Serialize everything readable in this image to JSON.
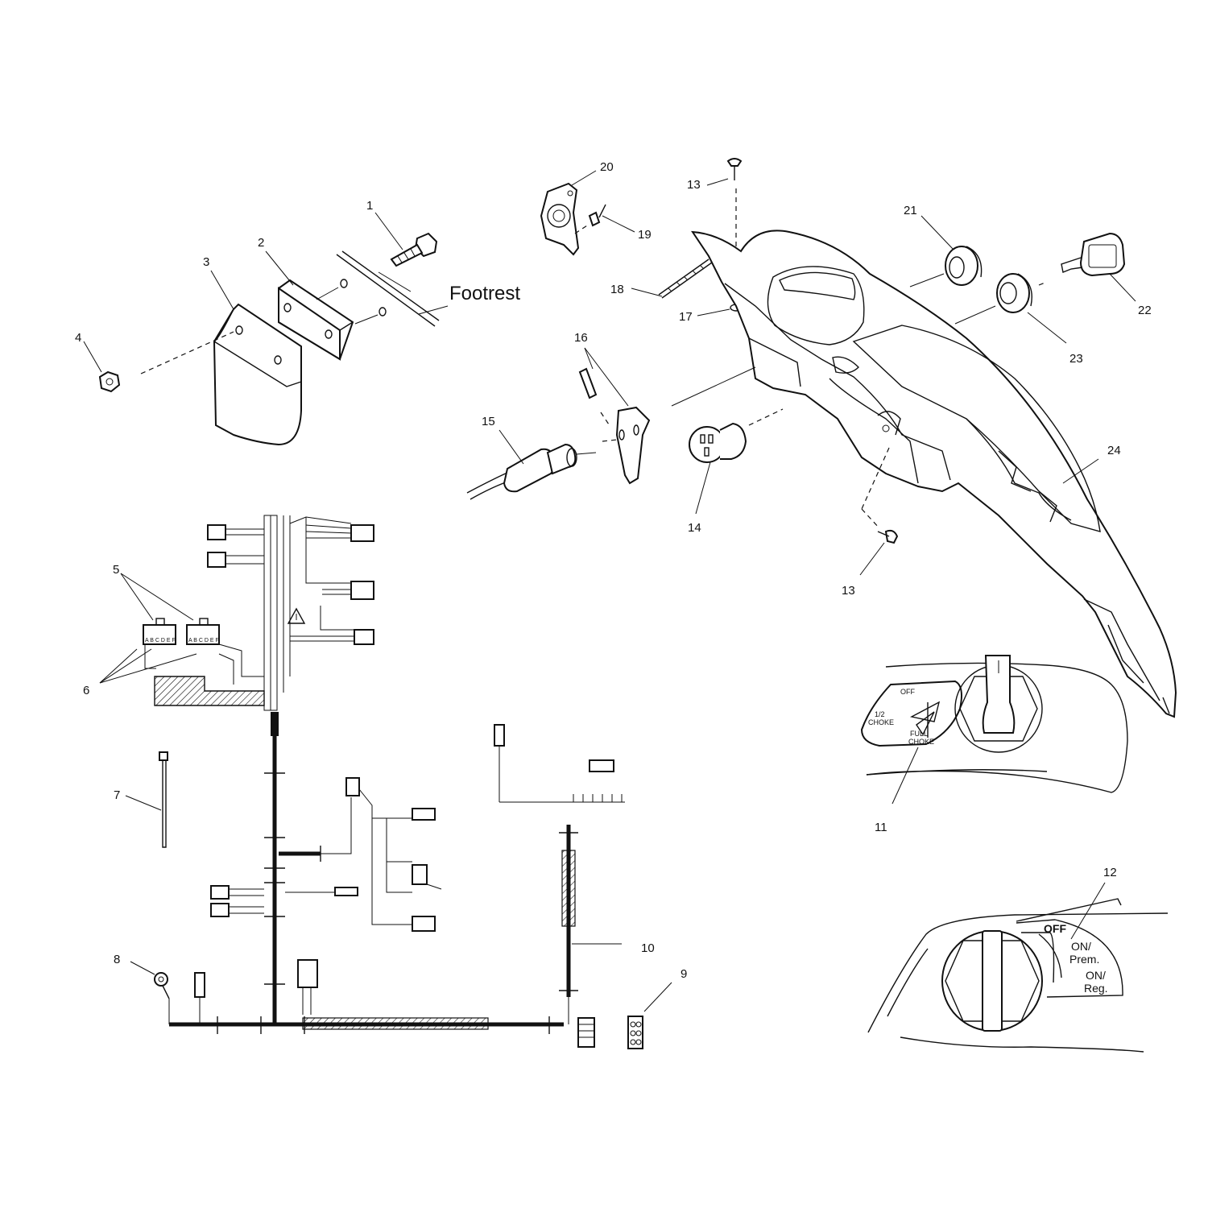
{
  "callouts": {
    "c1": "1",
    "c2": "2",
    "c3": "3",
    "c4": "4",
    "c5": "5",
    "c6": "6",
    "c7": "7",
    "c8": "8",
    "c9": "9",
    "c10": "10",
    "c11": "11",
    "c12": "12",
    "c13a": "13",
    "c13b": "13",
    "c14": "14",
    "c15": "15",
    "c16": "16",
    "c17": "17",
    "c18": "18",
    "c19": "19",
    "c20": "20",
    "c21": "21",
    "c22": "22",
    "c23": "23",
    "c24": "24"
  },
  "labels": {
    "footrest": "Footrest"
  },
  "choke_panel": {
    "off": "OFF",
    "half_choke_1": "1/2",
    "half_choke_2": "CHOKE",
    "full_choke_1": "FULL",
    "full_choke_2": "CHOKE"
  },
  "fuel_panel": {
    "off": "OFF",
    "on_prem_1": "ON/",
    "on_prem_2": "Prem.",
    "on_reg_1": "ON/",
    "on_reg_2": "Reg."
  },
  "connector_pins": {
    "row": "A B C D E F"
  }
}
